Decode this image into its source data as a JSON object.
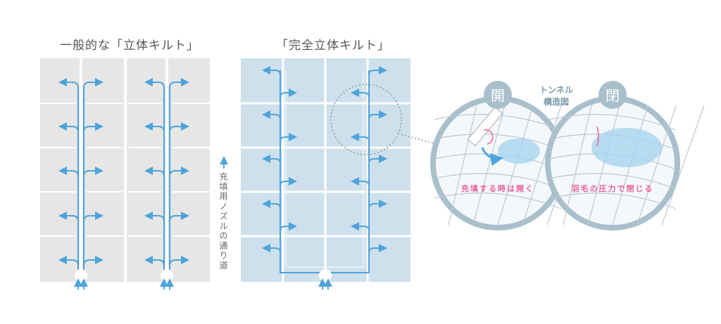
{
  "left_title": "一般的な「立体キルト」",
  "right_title": "「完全立体キルト」",
  "nozzle_label": "充填用ノズルの通り道",
  "tunnel_label": [
    "トンネル",
    "構造図"
  ],
  "open_badge": "開",
  "closed_badge": "閉",
  "open_caption": "充填する時は開く",
  "closed_caption": "羽毛の圧力で閉じる",
  "colors": {
    "arrow": "#4ea3da",
    "grey_panel": "#e6e6e6",
    "blue_panel": "#cde0ec",
    "circle": "#a9c0cc",
    "pink": "#e8639a"
  }
}
